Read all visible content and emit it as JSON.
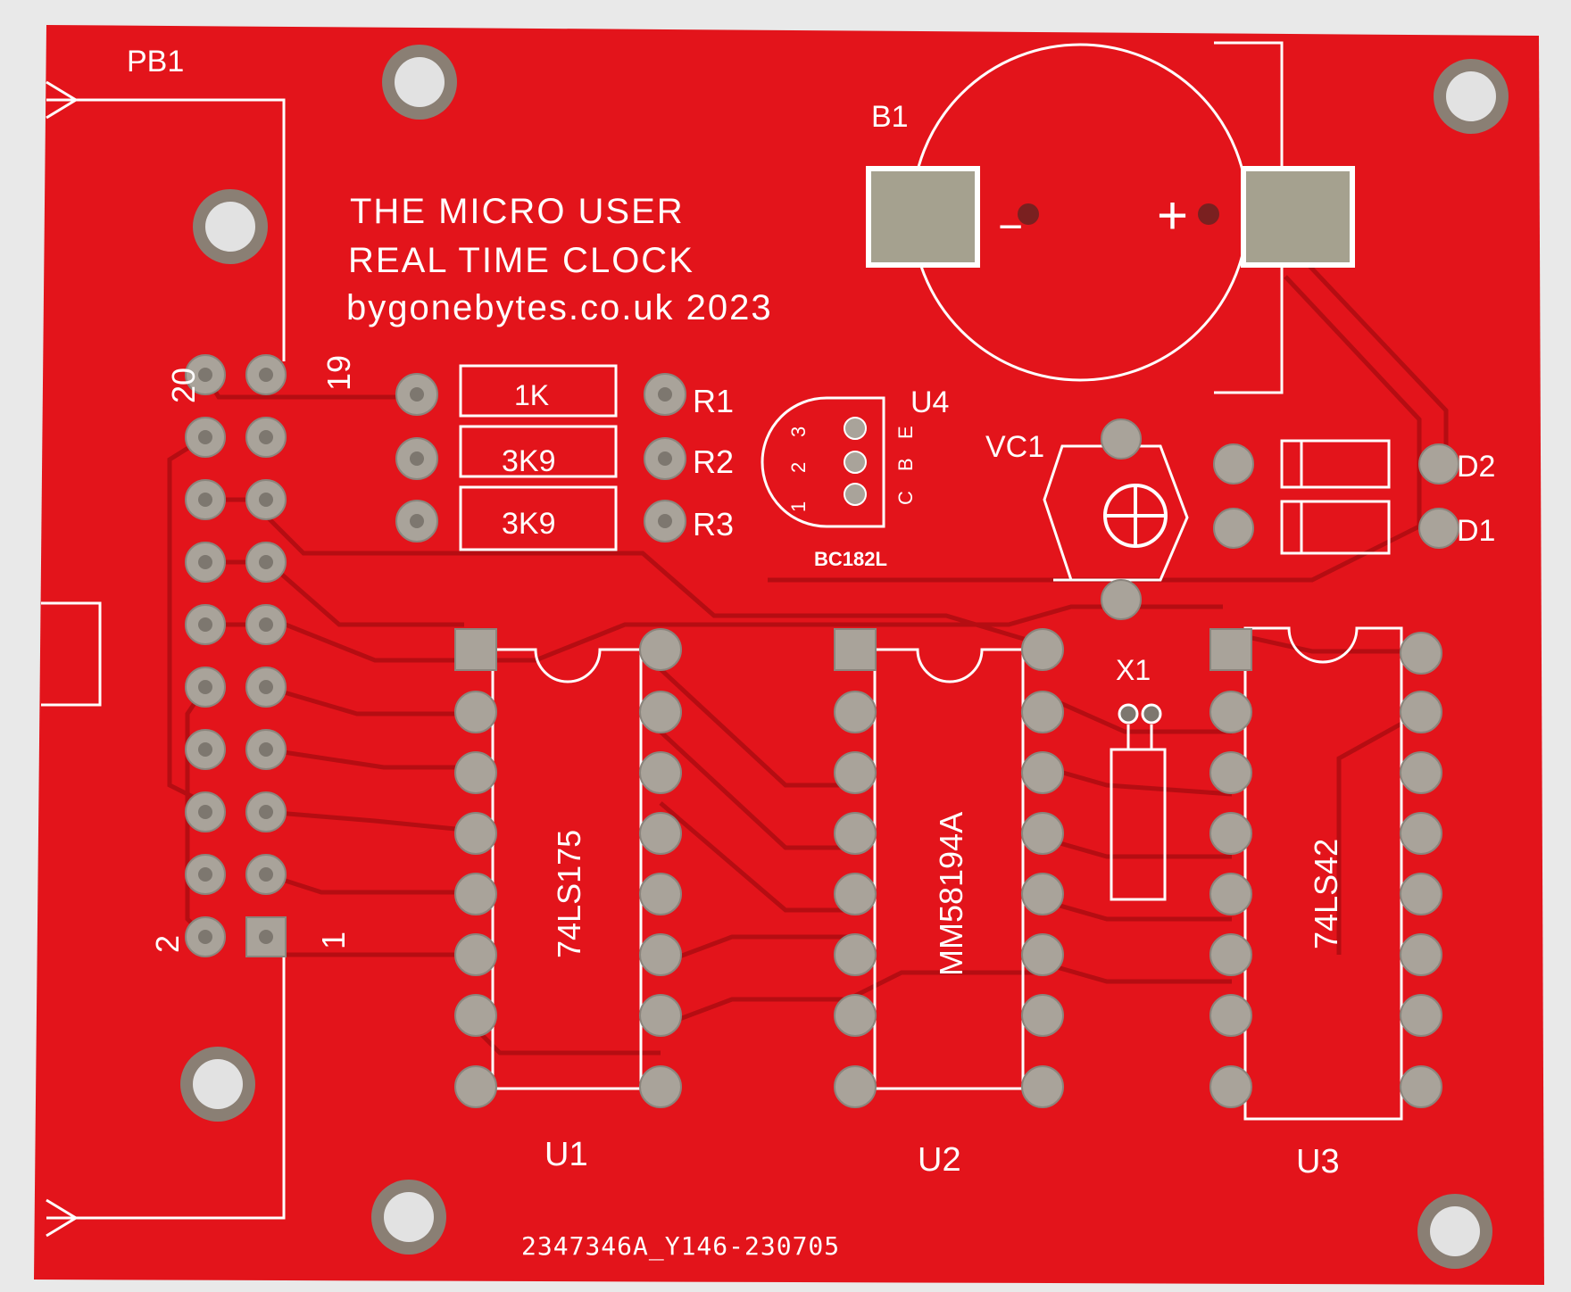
{
  "board": {
    "title_line1": "THE MICRO USER",
    "title_line2": "REAL TIME CLOCK",
    "title_line3": "bygonebytes.co.uk 2023",
    "serial": "2347346A_Y146-230705",
    "colors": {
      "mask": "#e3141b",
      "silkscreen": "#ffffff",
      "pad": "#a9a39a",
      "background": "#e9e9e9"
    }
  },
  "refs": {
    "pb1": "PB1",
    "b1": "B1",
    "u1": "U1",
    "u2": "U2",
    "u3": "U3",
    "u4": "U4",
    "vc1": "VC1",
    "x1": "X1",
    "r1": "R1",
    "r2": "R2",
    "r3": "R3",
    "d1": "D1",
    "d2": "D2"
  },
  "values": {
    "r1": "1K",
    "r2": "3K9",
    "r3": "3K9",
    "u1": "74LS175",
    "u2": "MM58194A",
    "u3": "74LS42",
    "u4": "BC182L"
  },
  "connector_pins": {
    "top_left": "20",
    "top_right": "19",
    "bottom_left": "2",
    "bottom_right": "1"
  },
  "transistor_pins": {
    "n1": "1",
    "n2": "2",
    "n3": "3",
    "c": "C",
    "b": "B",
    "e": "E"
  },
  "battery": {
    "minus": "−",
    "plus": "+"
  }
}
